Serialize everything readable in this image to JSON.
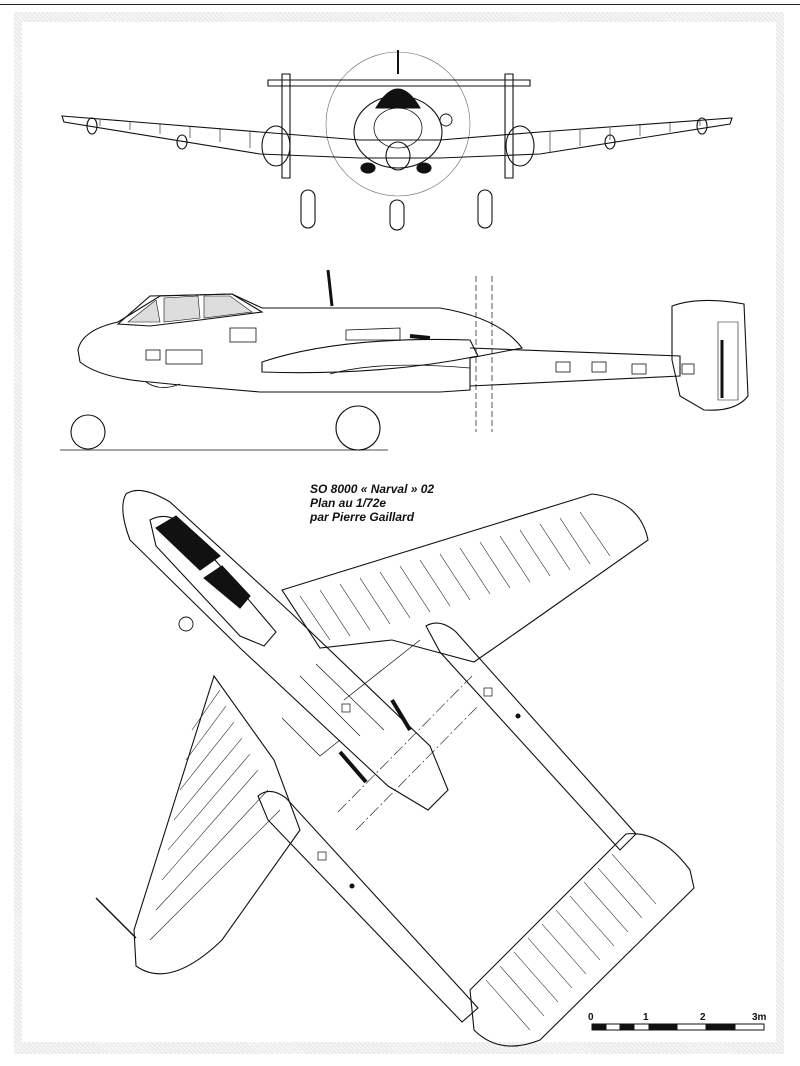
{
  "caption": {
    "line1": "SO 8000 « Narval » 02",
    "line2": "Plan au 1/72e",
    "line3": "par Pierre Gaillard"
  },
  "scale_bar": {
    "labels": [
      "0",
      "1",
      "2",
      "3m"
    ]
  },
  "colors": {
    "ink": "#111111",
    "paper": "#ffffff",
    "border": "#e6e6e6"
  }
}
